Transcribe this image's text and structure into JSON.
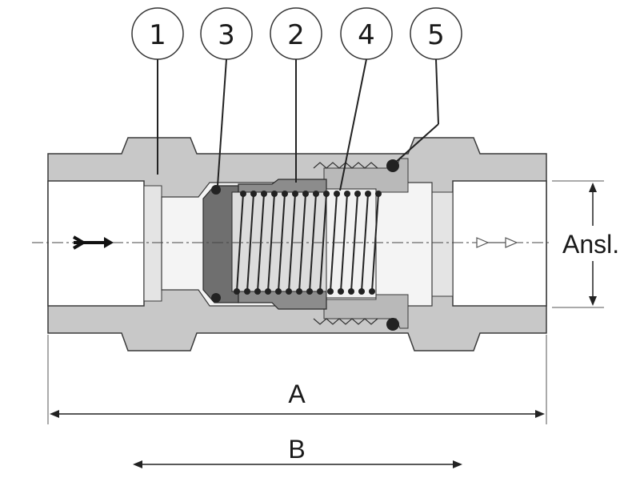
{
  "title": "Check valve cross-section",
  "callouts": [
    {
      "id": "body",
      "label": "1"
    },
    {
      "id": "o-ring-seat",
      "label": "3"
    },
    {
      "id": "poppet",
      "label": "2"
    },
    {
      "id": "spring",
      "label": "4"
    },
    {
      "id": "o-ring-cap",
      "label": "5"
    }
  ],
  "dimensions": {
    "connection_label": "Ansl.",
    "overall_length_label": "A",
    "body_length_label": "B"
  },
  "flow": {
    "inlet": "arrow-solid-icon",
    "outlet": "arrow-outline-icon"
  },
  "colors": {
    "body": "#c8c8c8",
    "body_dark": "#a9a9a9",
    "poppet": "#8c8c8c",
    "seat": "#6f6f6f",
    "bore": "#ffffff",
    "stroke": "#333333"
  }
}
